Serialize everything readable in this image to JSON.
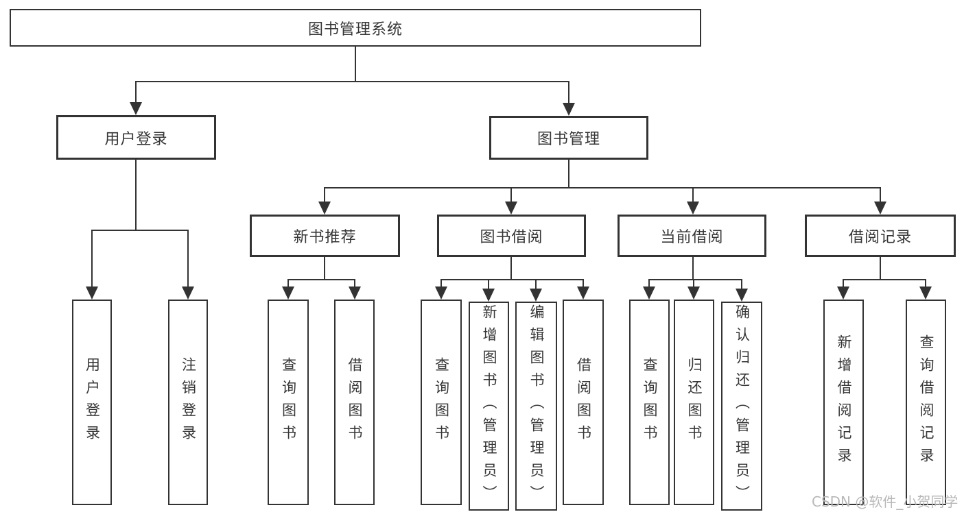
{
  "diagram": {
    "title": "图书管理系统",
    "type": "hierarchy-tree",
    "colors": {
      "line": "#333333",
      "border": "#333333",
      "text": "#363636",
      "background": "#ffffff",
      "watermark": "#b8b8b8"
    },
    "tree": {
      "label": "图书管理系统",
      "children": [
        {
          "label": "用户登录",
          "children": [
            {
              "label": "用户登录"
            },
            {
              "label": "注销登录"
            }
          ]
        },
        {
          "label": "图书管理",
          "children": [
            {
              "label": "新书推荐",
              "children": [
                {
                  "label": "查询图书"
                },
                {
                  "label": "借阅图书"
                }
              ]
            },
            {
              "label": "图书借阅",
              "children": [
                {
                  "label": "查询图书"
                },
                {
                  "label": "新增图书（管理员）"
                },
                {
                  "label": "编辑图书（管理员）"
                },
                {
                  "label": "借阅图书"
                }
              ]
            },
            {
              "label": "当前借阅",
              "children": [
                {
                  "label": "查询图书"
                },
                {
                  "label": "归还图书"
                },
                {
                  "label": "确认归还（管理员）"
                }
              ]
            },
            {
              "label": "借阅记录",
              "children": [
                {
                  "label": "新增借阅记录"
                },
                {
                  "label": "查询借阅记录"
                }
              ]
            }
          ]
        }
      ]
    },
    "watermark": "CSDN @软件_小贺同学"
  }
}
